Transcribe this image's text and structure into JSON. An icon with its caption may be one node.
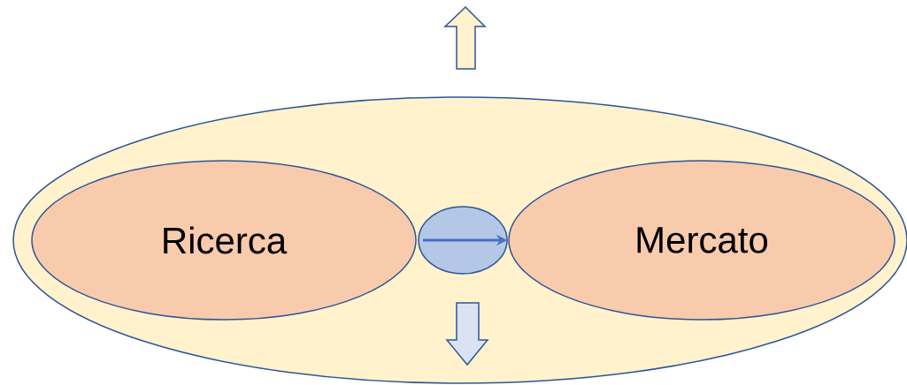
{
  "diagram": {
    "nodes": [
      {
        "text": [],
        "shape": "ellipse"
      },
      {
        "text": [
          "Ricerca"
        ],
        "in": 0
      },
      {
        "text": [
          "Mercato"
        ],
        "in": 0
      },
      {
        "text": [],
        "shape": "ellipse",
        "in": 0
      }
    ]
  }
}
